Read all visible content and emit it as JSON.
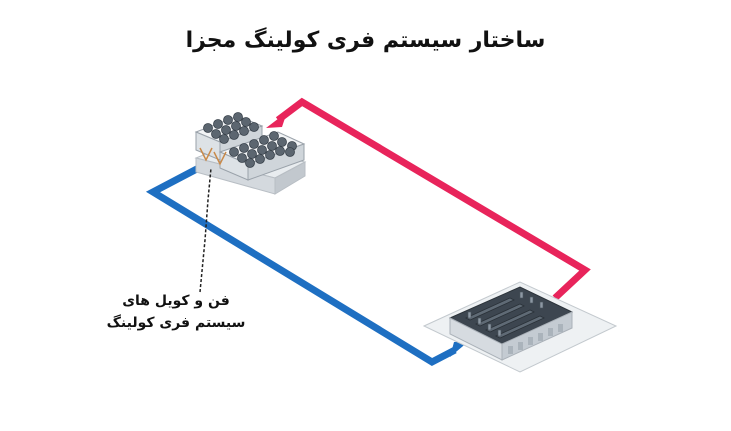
{
  "title": "ساختار سیستم فری کولینگ مجزا",
  "labels": {
    "fan_coil_line1": "فن و کویل های",
    "fan_coil_line2": "سیستم فری کولینگ"
  },
  "colors": {
    "supply_pipe": "#e8245b",
    "return_pipe": "#1e6fc2",
    "leader_line": "#222222"
  },
  "icons": {
    "outdoor_unit": "free-cooling-fan-coil-unit",
    "indoor_unit": "data-center-room"
  }
}
